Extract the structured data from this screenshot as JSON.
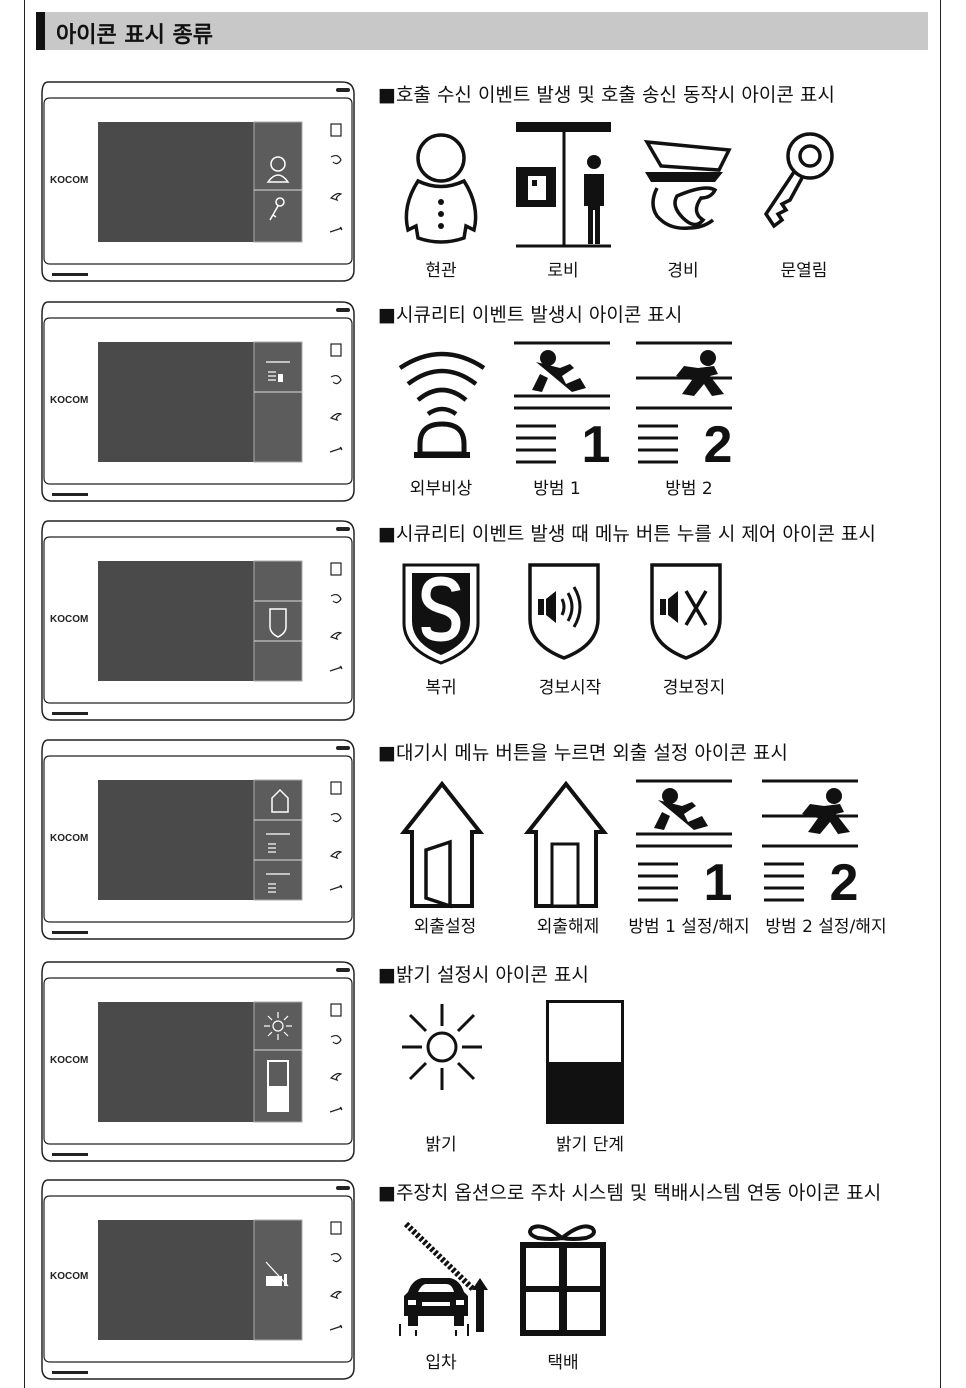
{
  "page": {
    "heading": "아이콘 표시 종류"
  },
  "device": {
    "brand": "KOCOM"
  },
  "sections": [
    {
      "title": "■호출 수신 이벤트 발생 및 호출 송신 동작시 아이콘 표시",
      "icons": [
        {
          "name": "person-icon",
          "label": "현관"
        },
        {
          "name": "lobby-icon",
          "label": "로비"
        },
        {
          "name": "guard-icon",
          "label": "경비"
        },
        {
          "name": "key-icon",
          "label": "문열림"
        }
      ]
    },
    {
      "title": "■시큐리티 이벤트 발생시 아이콘 표시",
      "icons": [
        {
          "name": "emergency-alarm-icon",
          "label": "외부비상"
        },
        {
          "name": "intruder-1-icon",
          "label": "방범 1",
          "num": "1"
        },
        {
          "name": "intruder-2-icon",
          "label": "방범 2",
          "num": "2"
        }
      ]
    },
    {
      "title": "■시큐리티 이벤트 발생 때 메뉴 버튼 누를 시 제어 아이콘 표시",
      "icons": [
        {
          "name": "shield-s-icon",
          "label": "복귀"
        },
        {
          "name": "shield-speaker-icon",
          "label": "경보시작"
        },
        {
          "name": "shield-mute-icon",
          "label": "경보정지"
        }
      ]
    },
    {
      "title": "■대기시 메뉴 버튼을 누르면 외출 설정 아이콘 표시",
      "icons": [
        {
          "name": "house-away-set-icon",
          "label": "외출설정"
        },
        {
          "name": "house-away-release-icon",
          "label": "외출해제"
        },
        {
          "name": "intruder-1-icon",
          "label": "방범 1 설정/해지",
          "num": "1"
        },
        {
          "name": "intruder-2-icon",
          "label": "방범 2 설정/해지",
          "num": "2"
        }
      ]
    },
    {
      "title": "■밝기 설정시 아이콘 표시",
      "icons": [
        {
          "name": "sun-icon",
          "label": "밝기"
        },
        {
          "name": "brightness-level-icon",
          "label": "밝기 단계"
        }
      ]
    },
    {
      "title": "■주장치 옵션으로 주차 시스템 및 택배시스템 연동 아이콘 표시",
      "icons": [
        {
          "name": "parking-car-icon",
          "label": "입차"
        },
        {
          "name": "parcel-gift-icon",
          "label": "택배"
        }
      ]
    }
  ],
  "colors": {
    "header_bg": "#c8c8c8",
    "screen": "#4a4a4a",
    "ink": "#111111"
  }
}
